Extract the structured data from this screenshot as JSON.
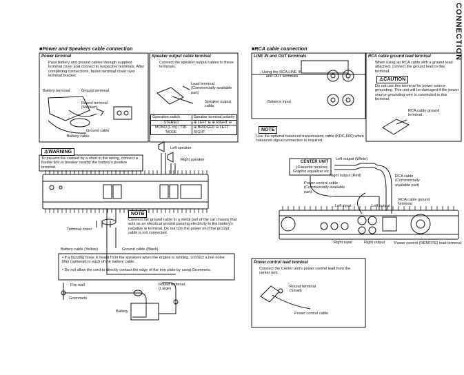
{
  "side_title": "CONNECTION",
  "left": {
    "section_title": "■Power and Speakers cable connection",
    "power_terminal": {
      "title": "Power terminal",
      "text": "Pass battery and ground cables through supplied terminal cover and connect to respective terminals. After completing connections, fasten terminal cover over terminal bracket.",
      "labels": {
        "battery_terminal": "Battery terminal",
        "ground_terminal": "Ground terminal",
        "round_terminal": "Round terminal (Medium)",
        "ground_cable": "Ground cable",
        "battery_cable": "Battery cable"
      }
    },
    "speaker_output": {
      "title": "Speaker output cable terminal",
      "text": "Connect the speaker output cables to these terminals.",
      "lead_terminal": "Lead terminal (Commercially available part)",
      "speaker_cable": "Speaker output cable",
      "table_header": [
        "Operation switch",
        "Speaker terminal polarity"
      ],
      "row1": [
        "STEREO",
        "⊕ LEFT ⊖  ⊕ RIGHT ⊖"
      ],
      "row2": [
        "MONO (L ch) / TRI-MODE",
        "⊕ BRIDGED ⊖  LEFT  RIGHT"
      ]
    },
    "warning": {
      "label": "⚠WARNING",
      "text": "To prevent fire caused by a short in the wiring, connect a fusible link or breaker nearby the battery's positive terminal."
    },
    "left_speaker": "Left speaker",
    "right_speaker": "Right speaker",
    "note_label": "NOTE",
    "note_text": "Connect the ground cable to a metal part of the car chassis that acts as an electrical ground passing electricity to the battery's negative ⊖ terminal. Do not turn the power on if the ground cable is not connected.",
    "terminal_cover": "Terminal cover",
    "battery_cable_yellow": "Battery cable (Yellow)",
    "ground_cable_black": "Ground cable (Black)",
    "buzz_note": [
      "• If a buzzing noise is heard from the speakers when the engine is running, connect a line noise filter (optional) to each of the battery cable.",
      "• Do not allow the cord to directly contact the edge of the iron plate by using Grommets."
    ],
    "fire_wall": "Fire wall",
    "grommets": "Grommets",
    "round_terminal_large": "Round terminal (Large)",
    "battery": "Battery"
  },
  "right": {
    "section_title": "■RCA cable connection",
    "line_in_out": {
      "title": "LINE IN and OUT terminals",
      "using_rca": "Using the RCA LINE IN and OUT terminals",
      "balance_input": "Balance input"
    },
    "note_label": "NOTE",
    "note_text": "Use the optional balanced transmission cable (KDC-600) when balanced signal connection is required.",
    "rca_ground": {
      "title": "RCA cable ground lead terminal",
      "text": "When using an RCA cable with a ground lead attached, connect the ground lead to this terminal.",
      "caution_label": "⚠CAUTION",
      "caution_text": "Do not use this terminal for power source grounding. This unit will be damaged if the power source grounding wire is connected to this terminal.",
      "rca_cable_ground_terminal": "RCA cable ground terminal"
    },
    "center_unit": "CENTER UNIT",
    "center_unit_sub": "(Cassette receiver, Graphic equalizer etc.)",
    "left_output_white": "Left output (White)",
    "right_output_red": "Right output (Red)",
    "rca_cable": "RCA cable (Commercially available part)",
    "power_control_cable": "Power control cable (Commercially available part)",
    "rca_cable_ground_terminal": "RCA cable ground terminal",
    "left_input": "Left input",
    "left_output": "Left output",
    "right_input": "Right input",
    "right_output": "Right output",
    "power_control_remote": "Power control (REMOTE) lead terminal",
    "power_control_lead": {
      "title": "Power control lead terminal",
      "text": "Connect the Center unit's power control lead from the center unit.",
      "round_terminal_small": "Round terminal (Small)",
      "power_control_cable": "Power control cable"
    }
  },
  "colors": {
    "ink": "#111111",
    "paper": "#ffffff"
  }
}
